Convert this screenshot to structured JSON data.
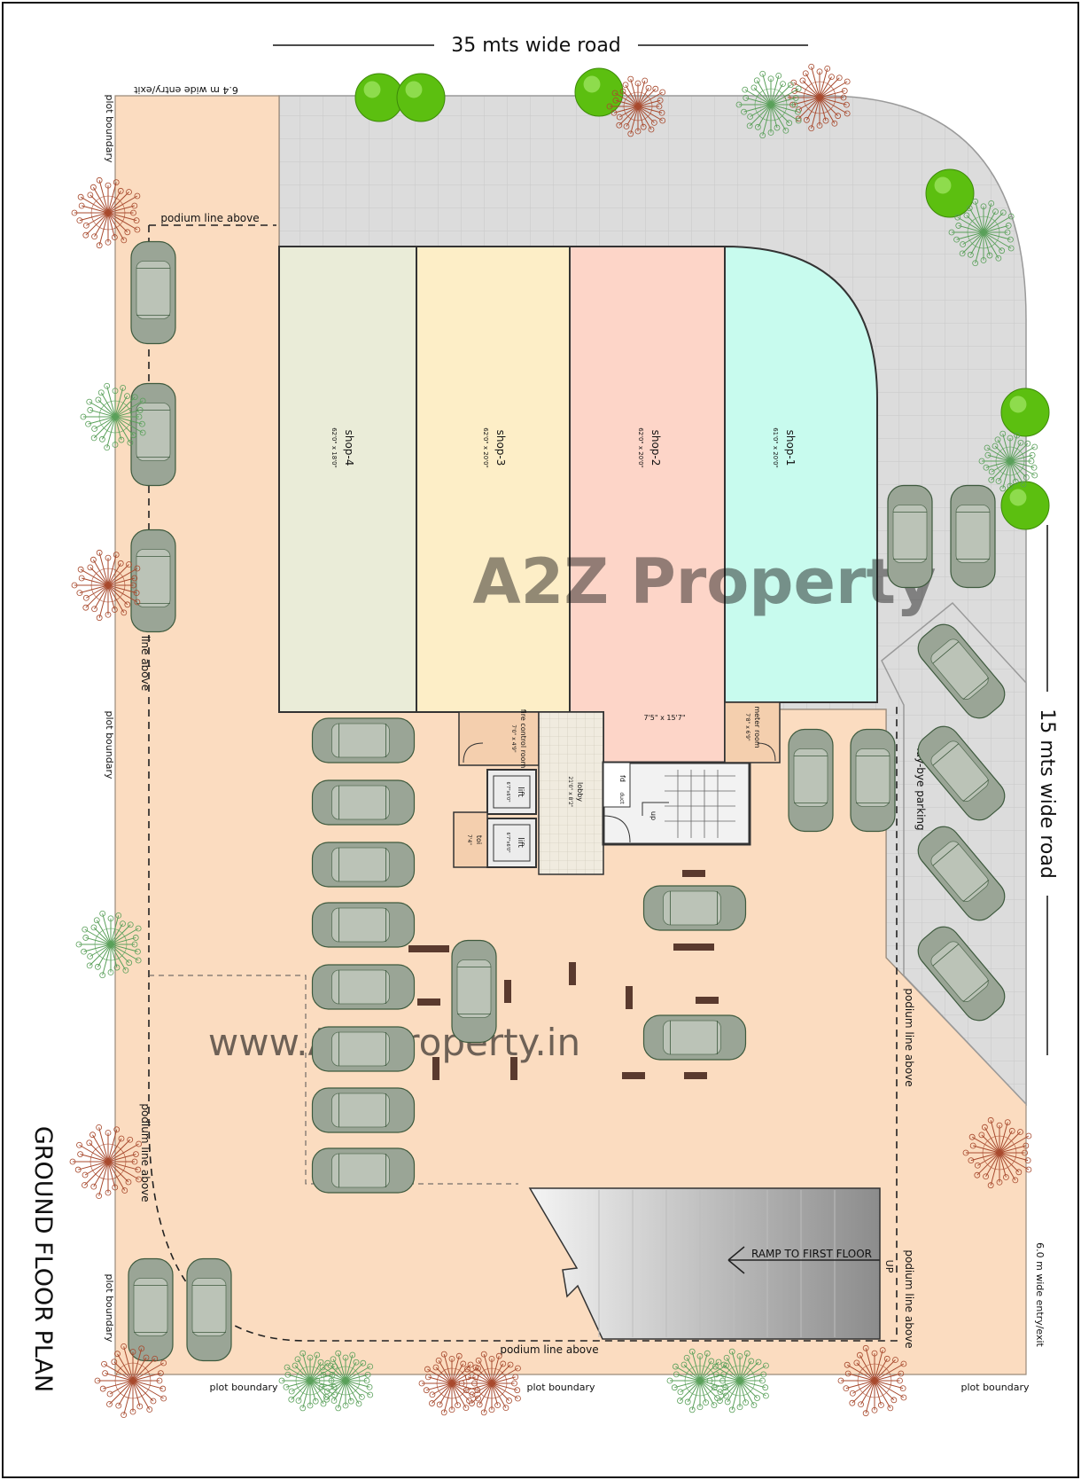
{
  "title": "GROUND FLOOR PLAN",
  "roads": {
    "top": "35 mts wide road",
    "right": "15 mts wide road"
  },
  "entries": {
    "top_left": "6.4 m wide entry/exit",
    "bottom_right": "6.0 m wide entry/exit"
  },
  "labels": {
    "plot_boundary": "plot boundary",
    "podium_line_above": "podium line above",
    "podium_fragment_left": "line above",
    "lay_bye_parking": "lay-bye parking",
    "ramp": "RAMP TO FIRST FLOOR",
    "up": "UP",
    "up_small": "up"
  },
  "shops": [
    {
      "name": "shop-1",
      "size": "61'0\" x 20'0\"",
      "color": "#c8fbee"
    },
    {
      "name": "shop-2",
      "size": "62'0\" x 20'0\"",
      "color": "#fdd5c8"
    },
    {
      "name": "shop-3",
      "size": "62'0\" x 20'0\"",
      "color": "#fdeec7"
    },
    {
      "name": "shop-4",
      "size": "62'0\" x 18'0\"",
      "color": "#eaecd8"
    }
  ],
  "rooms": {
    "shop2_extension": "7'5\" x 15'7\"",
    "fire_control": {
      "name": "fire control room",
      "size": "7'0\" x 4'9\""
    },
    "meter_room": {
      "name": "meter room",
      "size": "7'8\" x 6'9\""
    },
    "lobby": {
      "name": "lobby",
      "size": "21'0\" x 8'2\""
    },
    "lift": "lift",
    "lift_size": "6'7\"x6'0\"",
    "toilet": {
      "name": "toi",
      "size": "7'4\""
    },
    "fd": "fd",
    "duct": "duct"
  },
  "watermarks": {
    "brand": "A2Z Property",
    "url": "www.A2ZProperty.in"
  },
  "colors": {
    "ground": "#fbdcc0",
    "paving": "#dcdcdc",
    "car": "#9aa596",
    "tree_green": "#5cbf10",
    "tree_red": "#a84a2e"
  }
}
